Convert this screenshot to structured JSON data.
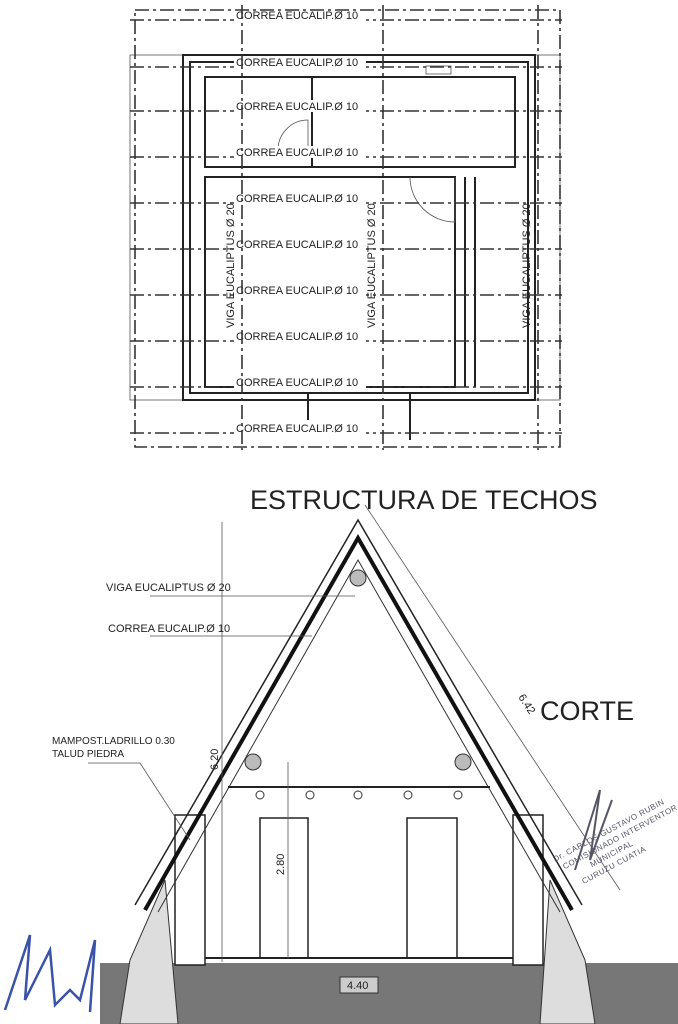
{
  "plan": {
    "correa_labels": [
      "CORREA EUCALIP.Ø 10",
      "CORREA EUCALIP.Ø 10",
      "CORREA EUCALIP.Ø 10",
      "CORREA EUCALIP.Ø 10",
      "CORREA EUCALIP.Ø 10",
      "CORREA EUCALIP.Ø 10",
      "CORREA EUCALIP.Ø 10",
      "CORREA EUCALIP.Ø 10",
      "CORREA EUCALIP.Ø 10",
      "CORREA EUCALIP.Ø 10"
    ],
    "viga_labels": [
      "VIGA EUCALIPTUS Ø 20",
      "VIGA EUCALIPTUS Ø 20",
      "VIGA EUCALIPTUS Ø 20"
    ]
  },
  "section": {
    "title": "ESTRUCTURA DE TECHOS",
    "subtitle": "CORTE",
    "label_viga": "VIGA EUCALIPTUS Ø 20",
    "label_correa": "CORREA EUCALIP.Ø 10",
    "label_mampost": "MAMPOST.LADRILLO 0.30",
    "label_talud": "TALUD PIEDRA",
    "dim_height_total": "6.20",
    "dim_height_wall": "2.80",
    "dim_width": "4.40",
    "dim_rafter": "6.42"
  },
  "stamp": {
    "line1": "Dr. CARLOS GUSTAVO RUBIN",
    "line2": "COMISIONADO INTERVENTOR",
    "line3": "MUNICIPAL",
    "line4": "CURUZU CUATIA"
  }
}
